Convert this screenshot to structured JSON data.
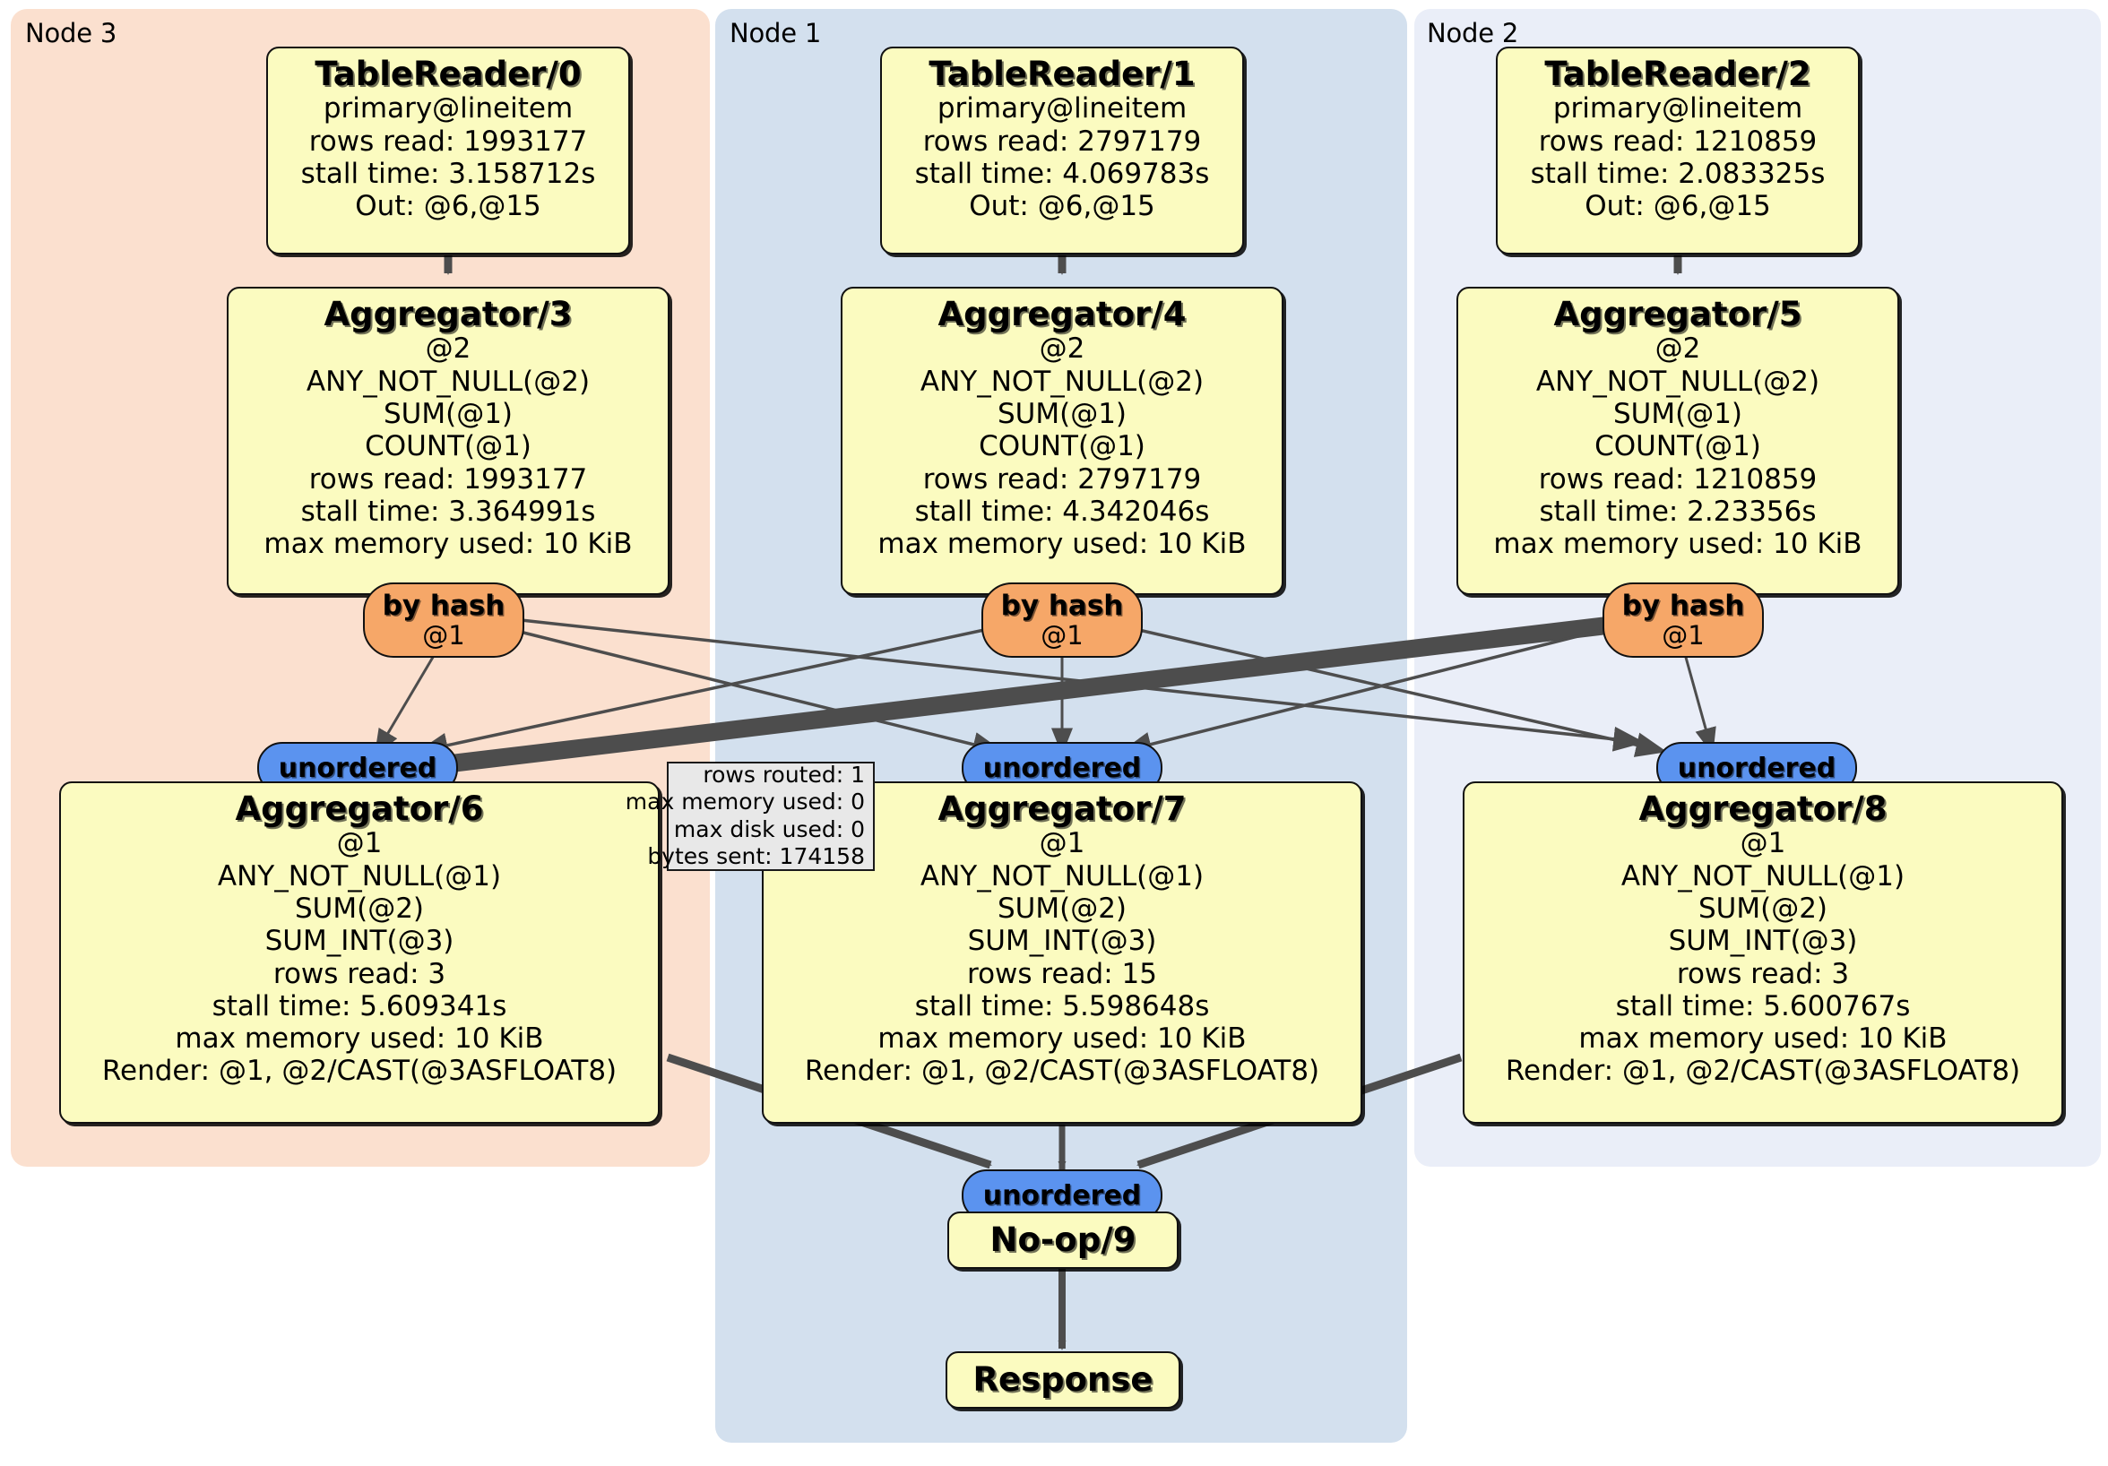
{
  "diagram": {
    "title": "Distributed query execution plan",
    "colors": {
      "node3_panel": "#fbe0cf",
      "node1_panel": "#d3e0ee",
      "node2_panel": "#eaeef8",
      "operator_fill": "#fbfbc0",
      "router_fill": "#f6a768",
      "synchronizer_fill": "#5b93ef",
      "tooltip_fill": "#e8e8e8",
      "edge_stroke": "#4d4d4d",
      "border": "#111111"
    }
  },
  "clusters": [
    {
      "id": "node3",
      "label": "Node 3"
    },
    {
      "id": "node1",
      "label": "Node 1"
    },
    {
      "id": "node2",
      "label": "Node 2"
    }
  ],
  "operators": {
    "table_reader_0": {
      "title": "TableReader/0",
      "lines": [
        "primary@lineitem",
        "rows read: 1993177",
        "stall time: 3.158712s",
        "Out: @6,@15"
      ]
    },
    "table_reader_1": {
      "title": "TableReader/1",
      "lines": [
        "primary@lineitem",
        "rows read: 2797179",
        "stall time: 4.069783s",
        "Out: @6,@15"
      ]
    },
    "table_reader_2": {
      "title": "TableReader/2",
      "lines": [
        "primary@lineitem",
        "rows read: 1210859",
        "stall time: 2.083325s",
        "Out: @6,@15"
      ]
    },
    "aggregator_3": {
      "title": "Aggregator/3",
      "lines": [
        "@2",
        "ANY_NOT_NULL(@2)",
        "SUM(@1)",
        "COUNT(@1)",
        "rows read: 1993177",
        "stall time: 3.364991s",
        "max memory used: 10 KiB"
      ]
    },
    "aggregator_4": {
      "title": "Aggregator/4",
      "lines": [
        "@2",
        "ANY_NOT_NULL(@2)",
        "SUM(@1)",
        "COUNT(@1)",
        "rows read: 2797179",
        "stall time: 4.342046s",
        "max memory used: 10 KiB"
      ]
    },
    "aggregator_5": {
      "title": "Aggregator/5",
      "lines": [
        "@2",
        "ANY_NOT_NULL(@2)",
        "SUM(@1)",
        "COUNT(@1)",
        "rows read: 1210859",
        "stall time: 2.23356s",
        "max memory used: 10 KiB"
      ]
    },
    "aggregator_6": {
      "title": "Aggregator/6",
      "lines": [
        "@1",
        "ANY_NOT_NULL(@1)",
        "SUM(@2)",
        "SUM_INT(@3)",
        "rows read: 3",
        "stall time: 5.609341s",
        "max memory used: 10 KiB",
        "Render: @1, @2/CAST(@3ASFLOAT8)"
      ]
    },
    "aggregator_7": {
      "title": "Aggregator/7",
      "lines": [
        "@1",
        "ANY_NOT_NULL(@1)",
        "SUM(@2)",
        "SUM_INT(@3)",
        "rows read: 15",
        "stall time: 5.598648s",
        "max memory used: 10 KiB",
        "Render: @1, @2/CAST(@3ASFLOAT8)"
      ]
    },
    "aggregator_8": {
      "title": "Aggregator/8",
      "lines": [
        "@1",
        "ANY_NOT_NULL(@1)",
        "SUM(@2)",
        "SUM_INT(@3)",
        "rows read: 3",
        "stall time: 5.600767s",
        "max memory used: 10 KiB",
        "Render: @1, @2/CAST(@3ASFLOAT8)"
      ]
    },
    "noop_9": {
      "title": "No-op/9",
      "lines": []
    },
    "response": {
      "title": "Response",
      "lines": []
    }
  },
  "routers": {
    "by_hash_3": {
      "title": "by hash",
      "sub": "@1"
    },
    "by_hash_4": {
      "title": "by hash",
      "sub": "@1"
    },
    "by_hash_5": {
      "title": "by hash",
      "sub": "@1"
    }
  },
  "synchronizers": {
    "unordered_6": {
      "label": "unordered"
    },
    "unordered_7": {
      "label": "unordered"
    },
    "unordered_8": {
      "label": "unordered"
    },
    "unordered_9": {
      "label": "unordered"
    }
  },
  "tooltip": {
    "lines": [
      "rows routed: 1",
      "max memory used: 0",
      "max disk used: 0",
      "bytes sent: 174158"
    ]
  }
}
